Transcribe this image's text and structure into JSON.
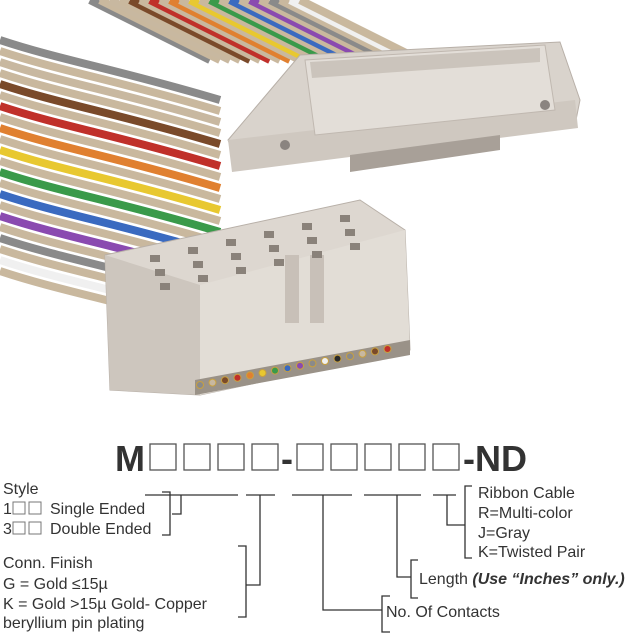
{
  "part_number": {
    "prefix": "M",
    "separator": "-",
    "suffix": "-ND"
  },
  "style": {
    "title": "Style",
    "options": [
      {
        "code": "1",
        "label": "Single Ended"
      },
      {
        "code": "3",
        "label": "Double Ended"
      }
    ]
  },
  "finish": {
    "title": "Conn. Finish",
    "lines": [
      "G = Gold ≤15µ",
      "K = Gold >15µ Gold- Copper",
      "beryllium pin plating"
    ]
  },
  "contacts": {
    "label": "No. Of Contacts"
  },
  "length": {
    "label": "Length",
    "note": "(Use “Inches” only.)"
  },
  "cable": {
    "title": "Ribbon Cable",
    "options": [
      "R=Multi-color",
      "J=Gray",
      "K=Twisted Pair"
    ]
  },
  "colors": {
    "text": "#333333",
    "connector": "#dcd6cf",
    "cable_colors": [
      "#8a8a8a",
      "#c8b8a0",
      "#7a4a2a",
      "#c0302a",
      "#e08030",
      "#e8c830",
      "#3a9a4a",
      "#3a6ac0",
      "#8a4ab0",
      "#8a8a8a",
      "#f0f0f0",
      "#2a2a2a"
    ]
  }
}
